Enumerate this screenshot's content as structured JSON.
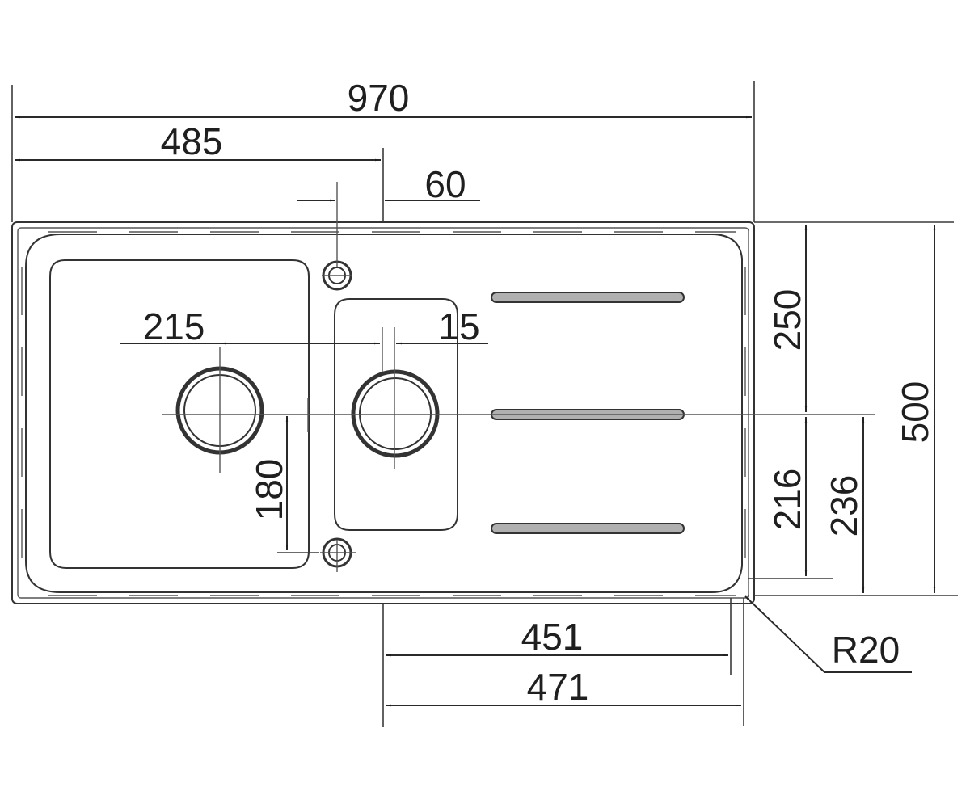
{
  "dimensions": {
    "overall_width": "970",
    "half_width": "485",
    "tap_offset": "60",
    "bowl_spacing": "215",
    "small_offset": "15",
    "drain_to_bottom": "180",
    "depth_top": "250",
    "depth_bottom_inner": "216",
    "depth_bottom_outer": "236",
    "overall_depth": "500",
    "drainer_inner": "451",
    "drainer_outer": "471",
    "corner_radius": "R20"
  }
}
